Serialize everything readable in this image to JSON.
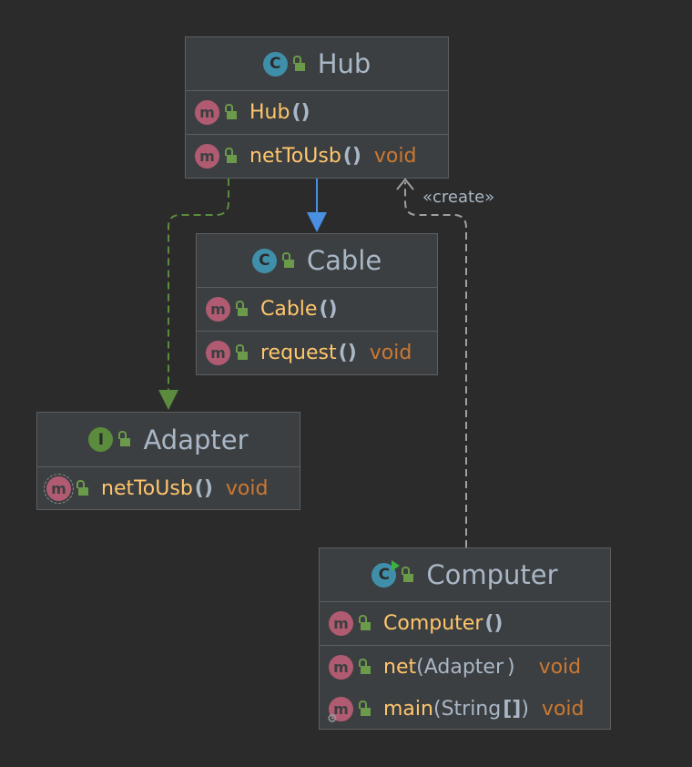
{
  "classes": {
    "hub": {
      "name": "Hub",
      "kind_icon": "class-icon",
      "methods": [
        {
          "name": "Hub",
          "params": "",
          "paren": "()",
          "return_type": ""
        },
        {
          "name": "netToUsb",
          "params": "",
          "paren": "()",
          "return_type": "void"
        }
      ]
    },
    "cable": {
      "name": "Cable",
      "kind_icon": "class-icon",
      "methods": [
        {
          "name": "Cable",
          "params": "",
          "paren": "()",
          "return_type": ""
        },
        {
          "name": "request",
          "params": "",
          "paren": "()",
          "return_type": "void"
        }
      ]
    },
    "adapter": {
      "name": "Adapter",
      "kind_icon": "interface-icon",
      "methods": [
        {
          "name": "netToUsb",
          "params": "",
          "paren": "()",
          "return_type": "void"
        }
      ]
    },
    "computer": {
      "name": "Computer",
      "kind_icon": "runnable-class-icon",
      "methods": [
        {
          "name": "Computer",
          "params": "",
          "paren": "()",
          "return_type": ""
        },
        {
          "name": "net",
          "paren_open": "(",
          "params": "Adapter",
          "paren_close": ")",
          "return_type": "void"
        },
        {
          "name": "main",
          "paren_open": "(",
          "params": "String",
          "brackets": "[]",
          "paren_close": ")",
          "return_type": "void"
        }
      ]
    }
  },
  "badges": {
    "class": "C",
    "interface": "I",
    "method": "m"
  },
  "relations": [
    {
      "from": "Hub",
      "to": "Adapter",
      "type": "realization",
      "color": "#5b8c3d"
    },
    {
      "from": "Hub",
      "to": "Cable",
      "type": "association",
      "color": "#4a90e2"
    },
    {
      "from": "Computer",
      "to": "Hub",
      "type": "dependency",
      "label": "«create»",
      "color": "#a0a0a0"
    }
  ]
}
